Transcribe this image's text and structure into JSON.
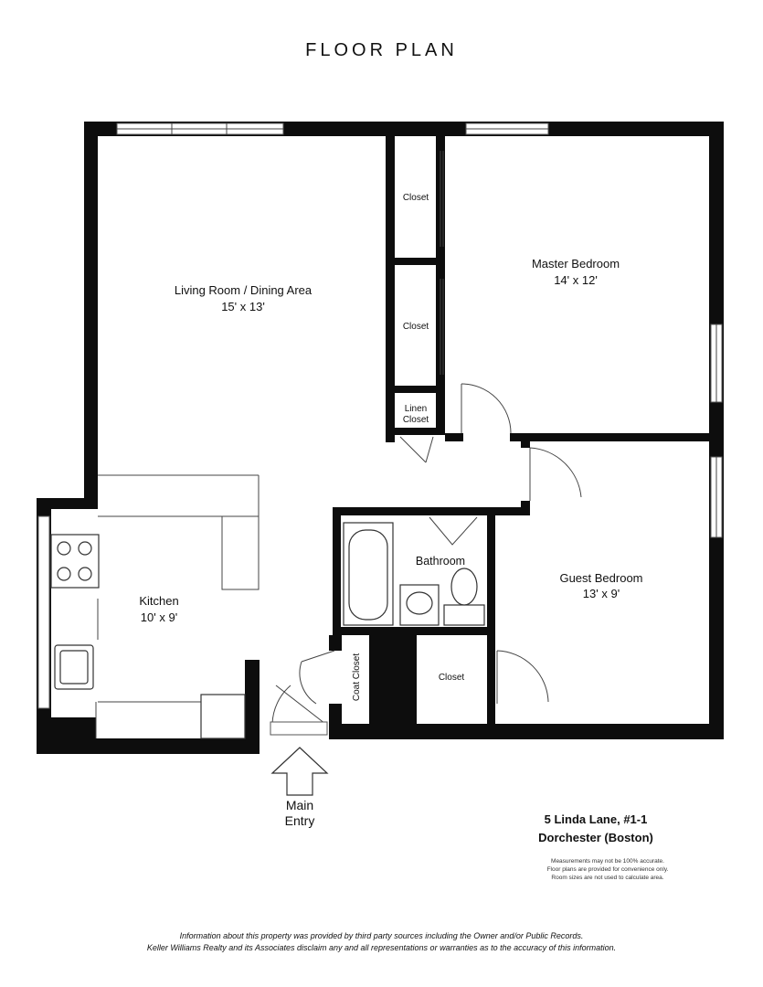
{
  "title": "FLOOR PLAN",
  "rooms": {
    "living": {
      "name": "Living Room / Dining Area",
      "size": "15' x 13'"
    },
    "master": {
      "name": "Master Bedroom",
      "size": "14' x 12'"
    },
    "guest": {
      "name": "Guest Bedroom",
      "size": "13' x 9'"
    },
    "kitchen": {
      "name": "Kitchen",
      "size": "10' x 9'"
    },
    "bathroom": {
      "name": "Bathroom"
    },
    "closet_upper": {
      "name": "Closet"
    },
    "closet_middle": {
      "name": "Closet"
    },
    "linen_closet": {
      "line1": "Linen",
      "line2": "Closet"
    },
    "coat_closet": {
      "name": "Coat Closet"
    },
    "guest_closet": {
      "name": "Closet"
    }
  },
  "entry": {
    "line1": "Main",
    "line2": "Entry"
  },
  "address": {
    "line1": "5 Linda Lane, #1-1",
    "line2": "Dorchester (Boston)"
  },
  "notes": [
    "Measurements may not be 100% accurate.",
    "Floor plans are provided for convenience only.",
    "Room sizes are not used to calculate area."
  ],
  "disclaimer": {
    "line1": "Information about this property was provided by third party sources including the Owner and/or Public Records.",
    "line2": "Keller Williams Realty and its Associates disclaim any and all representations or warranties as to the accuracy of this information."
  },
  "colors": {
    "wall": "#0d0d0d",
    "background": "#ffffff"
  }
}
